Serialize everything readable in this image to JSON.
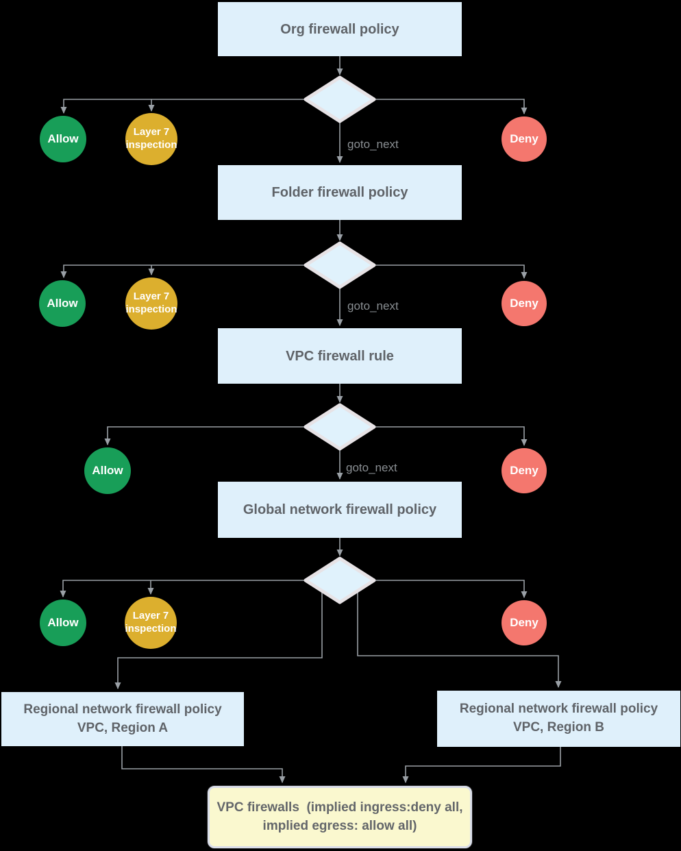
{
  "diagram": {
    "background": "#000000",
    "colors": {
      "background": "#000000",
      "box_fill": "#dff0fb",
      "box_text": "#5f6368",
      "diamond_fill": "#e0f2fc",
      "diamond_border": "#e7e3e6",
      "allow": "#189e58",
      "layer7": "#dcaf2e",
      "deny": "#f4776e",
      "line": "#9aa0a6",
      "label": "#8a8f93",
      "final_fill": "#faf8cf",
      "final_border": "#d9dde9"
    },
    "nodes": {
      "org_policy": "Org firewall policy",
      "folder_policy": "Folder firewall policy",
      "vpc_rule": "VPC firewall rule",
      "global_policy": "Global network firewall policy",
      "region_a_line1": "Regional network firewall policy",
      "region_a_line2": "VPC, Region A",
      "region_b_line1": "Regional network firewall policy",
      "region_b_line2": "VPC, Region B",
      "vpc_firewalls_line1": "VPC firewalls  (implied ingress:deny all,",
      "vpc_firewalls_line2": "implied egress: allow all)"
    },
    "labels": {
      "allow": "Allow",
      "layer7_line1": "Layer 7",
      "layer7_line2": "inspection",
      "deny": "Deny",
      "goto_next": "goto_next"
    }
  }
}
